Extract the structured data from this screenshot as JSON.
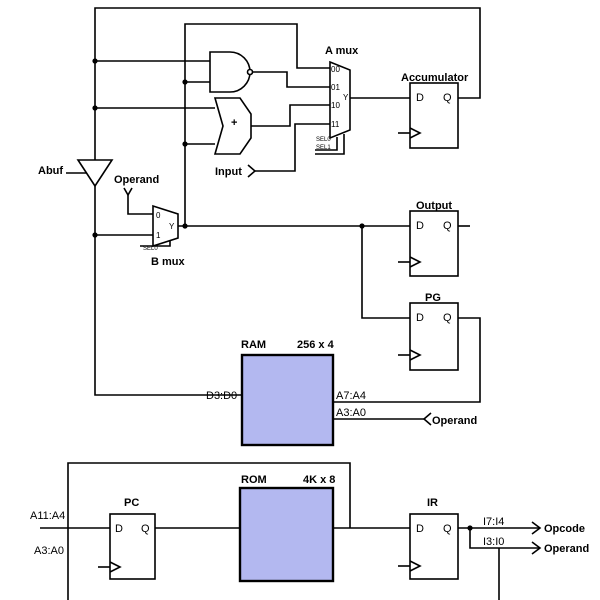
{
  "blocks": {
    "a_mux": "A mux",
    "b_mux": "B mux",
    "accumulator": "Accumulator",
    "output": "Output",
    "pg": "PG",
    "ram": "RAM",
    "ram_size": "256 x 4",
    "rom": "ROM",
    "rom_size": "4K x 8",
    "pc": "PC",
    "ir": "IR",
    "abuf": "Abuf"
  },
  "a_mux_inputs": [
    "00",
    "01",
    "10",
    "11"
  ],
  "a_mux_output": "Y",
  "a_mux_selects": [
    "SEL0",
    "SEL1"
  ],
  "b_mux_inputs": [
    "0",
    "1"
  ],
  "b_mux_output": "Y",
  "b_mux_select": "SEL0",
  "adder_symbol": "+",
  "ff_pins": {
    "d": "D",
    "q": "Q"
  },
  "signals": {
    "operand_b": "Operand",
    "input": "Input",
    "ram_data": "D3:D0",
    "ram_addr_high": "A7:A4",
    "ram_addr_low": "A3:A0",
    "operand_ram": "Operand",
    "pc_high": "A11:A4",
    "pc_low": "A3:A0",
    "ir_high": "I7:I4",
    "ir_low": "I3:I0",
    "opcode": "Opcode",
    "operand_ir": "Operand"
  },
  "colors": {
    "memory_fill": "#b3b8f0",
    "line": "#000000"
  }
}
